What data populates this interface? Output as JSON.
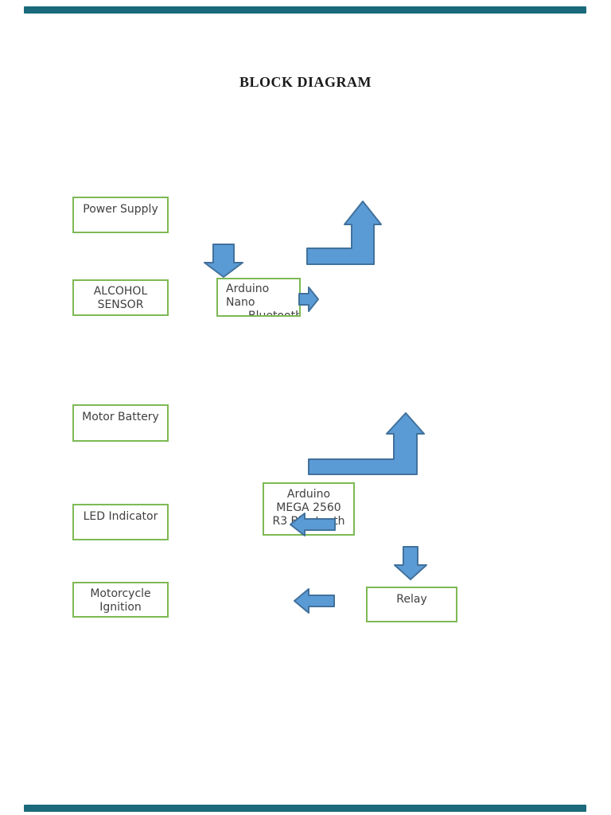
{
  "page": {
    "title": "BLOCK DIAGRAM",
    "background": "#ffffff"
  },
  "viewer": {
    "top_bar_color": "#1b6a7b",
    "bottom_bar_color": "#1b6a7b"
  },
  "colors": {
    "block_border": "#7db954",
    "block_fill": "#ffffff",
    "block_text": "#404040",
    "arrow_fill": "#5b9bd5",
    "arrow_outline": "#41719c",
    "title_text": "#1a1a1a"
  },
  "diagram": {
    "blocks": [
      {
        "id": "power-supply",
        "lines": [
          "Power Supply"
        ]
      },
      {
        "id": "alcohol-sensor",
        "lines": [
          "ALCOHOL",
          "SENSOR"
        ]
      },
      {
        "id": "arduino-nano",
        "lines": [
          "Arduino",
          "Nano",
          "Bluetooth"
        ]
      },
      {
        "id": "motor-battery",
        "lines": [
          "Motor Battery"
        ]
      },
      {
        "id": "led-indicator",
        "lines": [
          "LED Indicator"
        ]
      },
      {
        "id": "arduino-mega",
        "lines": [
          "Arduino",
          "MEGA 2560",
          "R3 Bluetooth"
        ]
      },
      {
        "id": "motorcycle-ignition",
        "lines": [
          "Motorcycle",
          "Ignition"
        ]
      },
      {
        "id": "relay",
        "lines": [
          "Relay"
        ]
      }
    ],
    "arrows": [
      {
        "icon": "arrow-down-icon",
        "into": "arduino-nano"
      },
      {
        "icon": "arrow-elbow-up-icon",
        "near": "arduino-nano"
      },
      {
        "icon": "arrow-right-icon",
        "from": "arduino-nano"
      },
      {
        "icon": "arrow-elbow-up-icon",
        "near": "arduino-mega"
      },
      {
        "icon": "arrow-left-icon",
        "into": "arduino-mega"
      },
      {
        "icon": "arrow-down-icon",
        "into": "relay"
      },
      {
        "icon": "arrow-left-icon",
        "from": "relay",
        "toward": "motorcycle-ignition"
      }
    ]
  }
}
